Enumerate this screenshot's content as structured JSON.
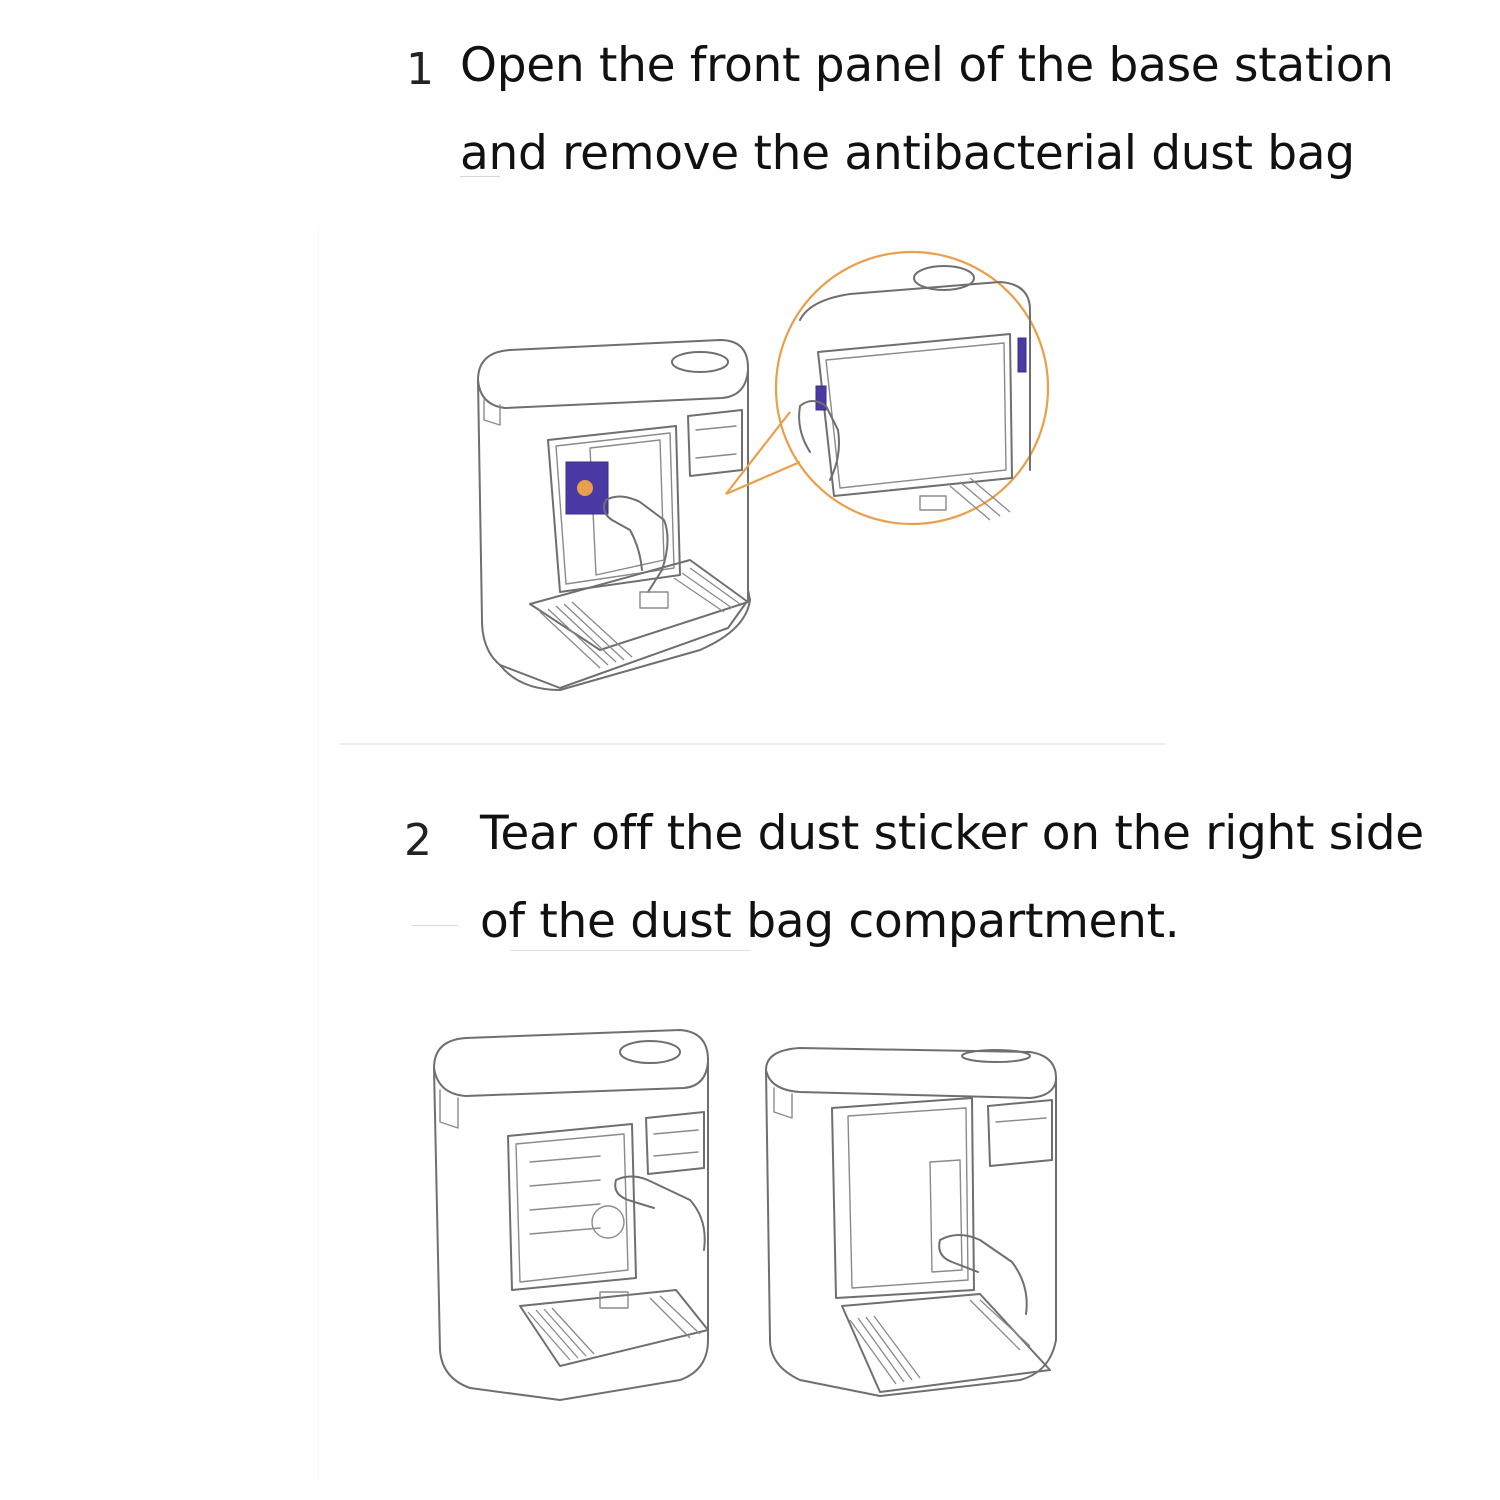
{
  "steps": [
    {
      "number": "1",
      "lines": [
        "Open the front panel of the base station",
        "and remove the antibacterial dust bag"
      ]
    },
    {
      "number": "2",
      "lines": [
        "Tear off the dust sticker on the right side",
        "of the dust bag compartment."
      ]
    }
  ],
  "colors": {
    "text": "#111111",
    "line_art": "#6f6f6f",
    "callout_outline": "#e8a04a",
    "bag_handle": "#4b3aa6"
  }
}
